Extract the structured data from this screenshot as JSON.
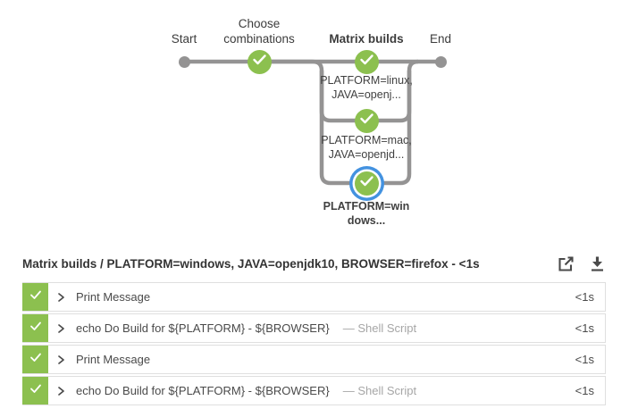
{
  "colors": {
    "success_green": "#8CC04F",
    "selected_ring_blue": "#4392E0",
    "edge_gray": "#949393"
  },
  "graph": {
    "stages": [
      {
        "label": "Start"
      },
      {
        "label": "Choose combinations"
      },
      {
        "label": "Matrix builds"
      },
      {
        "label": "End"
      }
    ],
    "branches": [
      {
        "label": "PLATFORM=linux, JAVA=openj...",
        "status": "success",
        "selected": false
      },
      {
        "label": "PLATFORM=mac, JAVA=openjd...",
        "status": "success",
        "selected": false
      },
      {
        "label": "PLATFORM=windows...",
        "status": "success",
        "selected": true
      }
    ]
  },
  "detail": {
    "title": "Matrix builds / PLATFORM=windows, JAVA=openjdk10, BROWSER=firefox - <1s",
    "actions": [
      {
        "icon": "open-in-new-tab-icon"
      },
      {
        "icon": "download-log-icon"
      }
    ],
    "steps": [
      {
        "label": "Print Message",
        "sublabel": "",
        "duration": "<1s",
        "status": "success"
      },
      {
        "label": "echo Do Build for ${PLATFORM} - ${BROWSER}",
        "sublabel": "— Shell Script",
        "duration": "<1s",
        "status": "success"
      },
      {
        "label": "Print Message",
        "sublabel": "",
        "duration": "<1s",
        "status": "success"
      },
      {
        "label": "echo Do Build for ${PLATFORM} - ${BROWSER}",
        "sublabel": "— Shell Script",
        "duration": "<1s",
        "status": "success"
      }
    ]
  }
}
